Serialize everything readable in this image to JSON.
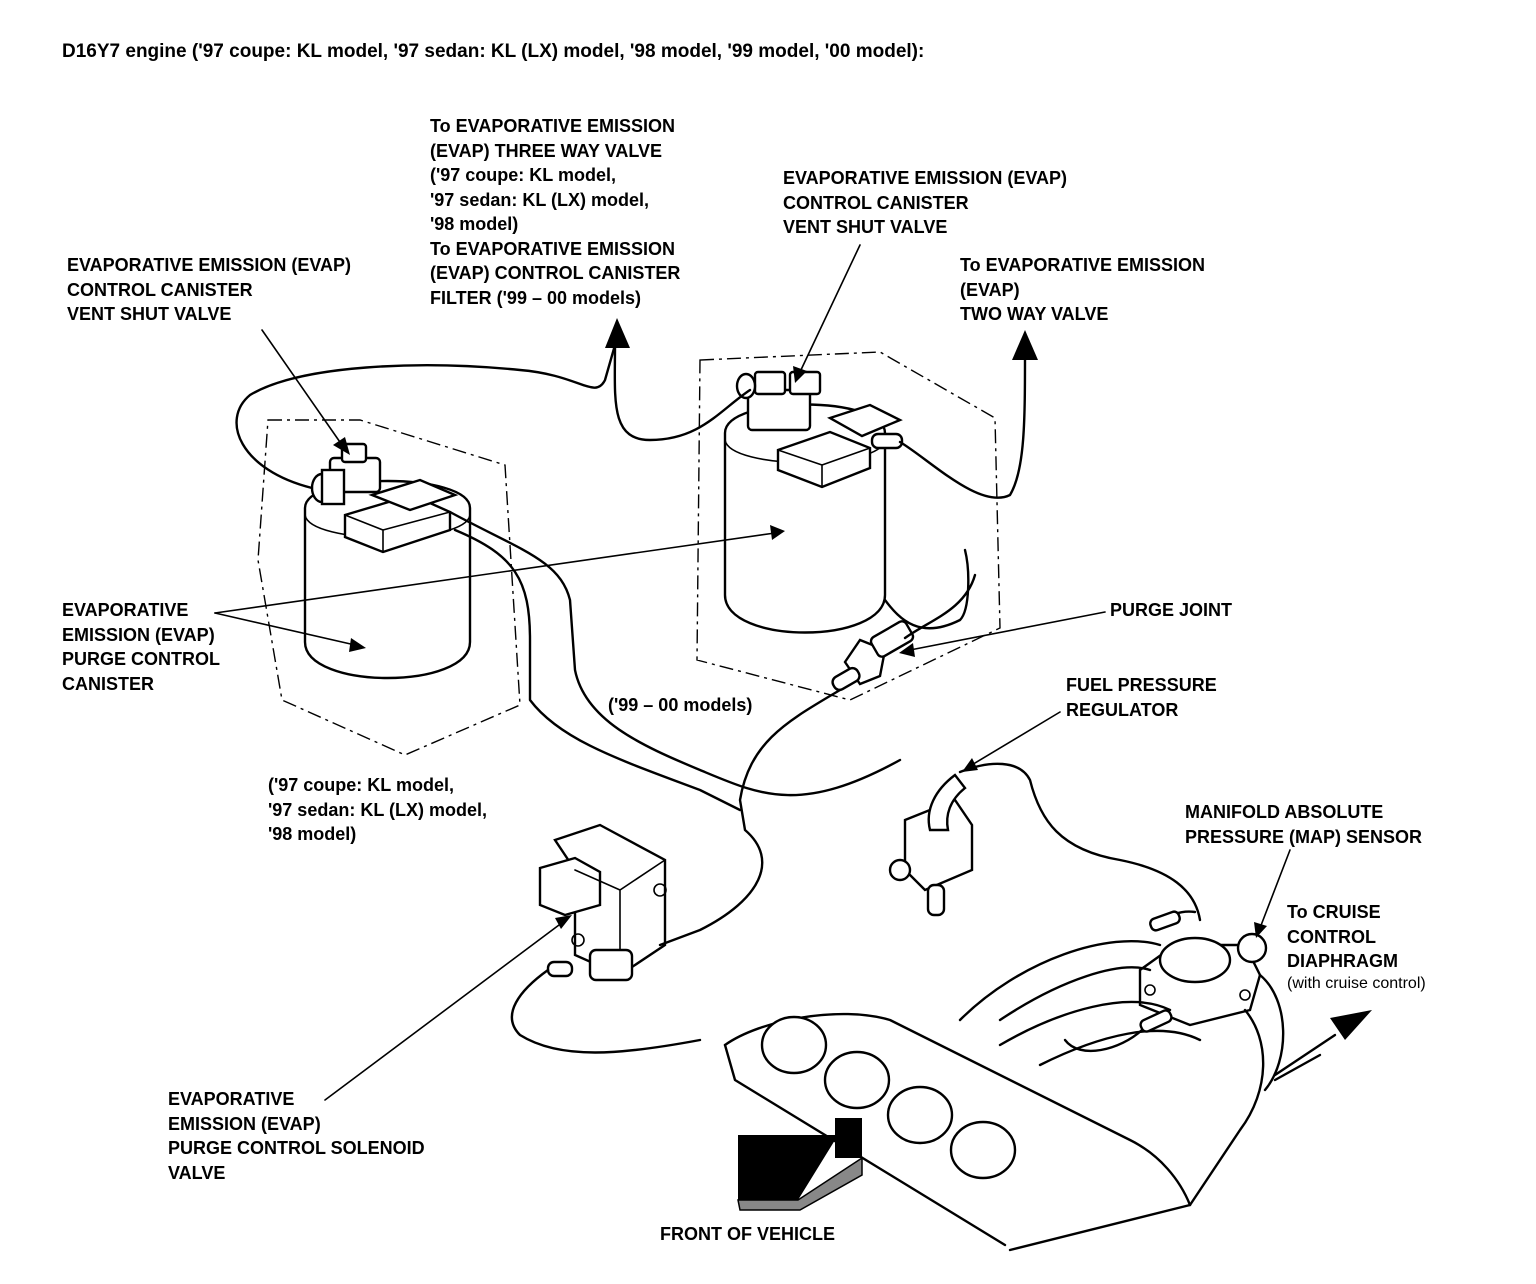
{
  "title": "D16Y7 engine ('97 coupe: KL model, '97 sedan: KL (LX) model, '98 model, '99 model, '00 model):",
  "labels": {
    "vent_shut_valve_left": [
      "EVAPORATIVE EMISSION (EVAP)",
      "CONTROL CANISTER",
      "VENT SHUT VALVE"
    ],
    "three_way_valve": [
      "To EVAPORATIVE EMISSION",
      "(EVAP) THREE WAY VALVE",
      "('97 coupe: KL model,",
      "'97 sedan: KL (LX) model,",
      "'98 model)",
      "To EVAPORATIVE EMISSION",
      "(EVAP) CONTROL CANISTER",
      "FILTER ('99 – 00 models)"
    ],
    "vent_shut_valve_right": [
      "EVAPORATIVE EMISSION (EVAP)",
      "CONTROL CANISTER",
      "VENT SHUT VALVE"
    ],
    "two_way_valve": [
      "To EVAPORATIVE EMISSION",
      "(EVAP)",
      "TWO WAY VALVE"
    ],
    "purge_canister": [
      "EVAPORATIVE",
      "EMISSION (EVAP)",
      "PURGE CONTROL",
      "CANISTER"
    ],
    "purge_joint": [
      "PURGE JOINT"
    ],
    "models_99_00": [
      "('99 – 00 models)"
    ],
    "fuel_pressure_regulator": [
      "FUEL PRESSURE",
      "REGULATOR"
    ],
    "models_97_98": [
      "('97 coupe: KL model,",
      "'97 sedan: KL (LX) model,",
      "'98 model)"
    ],
    "map_sensor": [
      "MANIFOLD ABSOLUTE",
      "PRESSURE (MAP) SENSOR"
    ],
    "cruise_control": [
      "To CRUISE",
      "CONTROL",
      "DIAPHRAGM"
    ],
    "cruise_control_note": "(with cruise control)",
    "purge_solenoid": [
      "EVAPORATIVE",
      "EMISSION (EVAP)",
      "PURGE CONTROL SOLENOID",
      "VALVE"
    ],
    "front_of_vehicle": [
      "FRONT OF VEHICLE"
    ]
  }
}
